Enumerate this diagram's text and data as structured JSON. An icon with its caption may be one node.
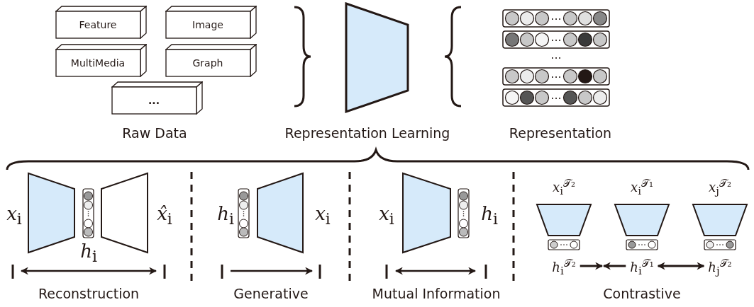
{
  "diagram": {
    "nodes": [
      {
        "text": [
          "Feature"
        ]
      },
      {
        "text": [
          "Image"
        ]
      },
      {
        "text": [
          "MultiMedia"
        ]
      },
      {
        "text": [
          "Graph"
        ]
      },
      {
        "text": [
          "..."
        ]
      },
      {
        "text": [
          "*h*$_{i}$$^{𝒯₂}$"
        ]
      },
      {
        "text": [
          "*h*$_{i}$$^{𝒯₁}$"
        ]
      },
      {
        "text": [
          "*h*$_{j}$$^{𝒯₂}$"
        ]
      }
    ],
    "edges": [
      {
        "from": 5,
        "to": 6,
        "arrow": "to"
      },
      {
        "from": 6,
        "to": 5,
        "arrow": "to"
      },
      {
        "from": 6,
        "to": 7,
        "arrow": "both"
      }
    ],
    "labels": [
      "...",
      "...",
      "...",
      "...",
      "...",
      "Raw Data",
      "Representation Learning",
      "Representation",
      "*x*$_{i}$$^{𝒯₂}$",
      "*x*$_{i}$$^{𝒯₁}$",
      "*x*$_{j}$$^{𝒯₂}$",
      "*x*$_{i}$",
      "*x̂*$_{i}$",
      "*h*$_{i}$",
      "*x*$_{i}$",
      "*x*$_{i}$",
      "*h*$_{i}$",
      "*h*$_{i}$",
      "Reconstruction",
      "Generative",
      "Mutual Information",
      "Contrastive"
    ]
  }
}
